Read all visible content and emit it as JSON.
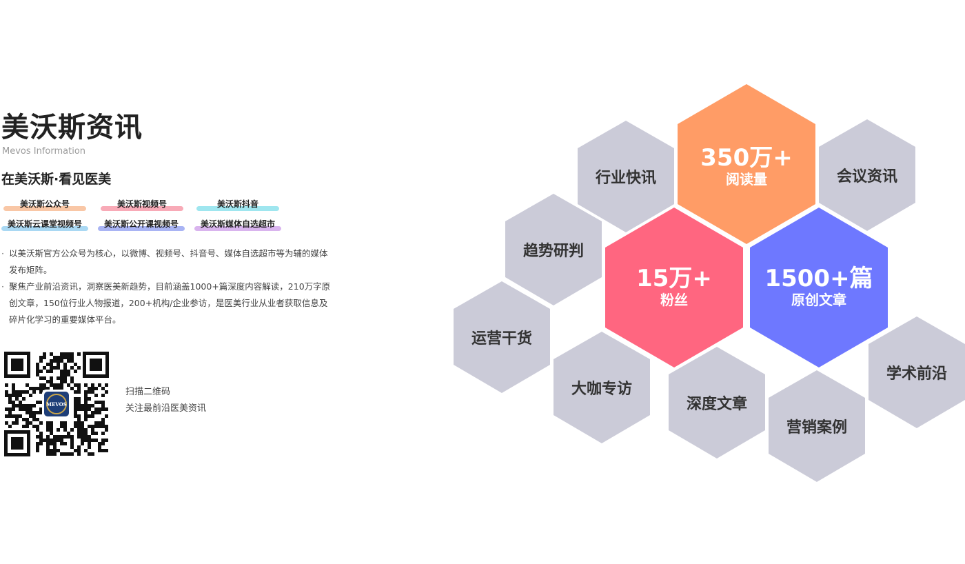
{
  "header": {
    "title": "美沃斯资讯",
    "subtitle_en": "Mevos Information",
    "slogan": "在美沃斯·看见医美"
  },
  "tags": [
    {
      "label": "美沃斯公众号",
      "color": "#f9c7a6"
    },
    {
      "label": "美沃斯视频号",
      "color": "#f8aab7"
    },
    {
      "label": "美沃斯抖音",
      "color": "#9fe6ef"
    },
    {
      "label": "美沃斯云课堂视频号",
      "color": "#a9d8f3"
    },
    {
      "label": "美沃斯公开课视频号",
      "color": "#a9b4f4"
    },
    {
      "label": "美沃斯媒体自选超市",
      "color": "#d9b4ee"
    }
  ],
  "description": [
    "以美沃斯官方公众号为核心，以微博、视频号、抖音号、媒体自选超市等为辅的媒体发布矩阵。",
    "聚焦产业前沿资讯，洞察医美新趋势，目前涵盖1000+篇深度内容解读，210万字原创文章，150位行业人物报道，200+机构/企业参访，是医美行业从业者获取信息及碎片化学习的重要媒体平台。"
  ],
  "qr": {
    "logo_text": "MEVOS",
    "caption_line1": "扫描二维码",
    "caption_line2": "关注最前沿医美资讯"
  },
  "stats": [
    {
      "number": "350万+",
      "caption": "阅读量",
      "color": "#ff9c66"
    },
    {
      "number": "15万+",
      "caption": "粉丝",
      "color": "#ff6680"
    },
    {
      "number": "1500+篇",
      "caption": "原创文章",
      "color": "#6e78ff"
    }
  ],
  "topics": [
    "行业快讯",
    "会议资讯",
    "趋势研判",
    "运营干货",
    "大咖专访",
    "深度文章",
    "营销案例",
    "学术前沿"
  ],
  "colors": {
    "hex_gray": "#cbcbd8",
    "text_dark": "#222222"
  }
}
